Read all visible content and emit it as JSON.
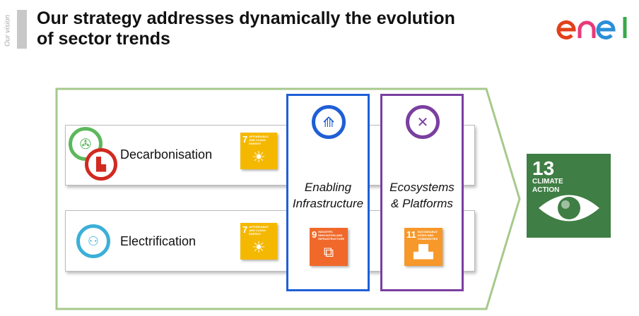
{
  "header": {
    "section_label": "Our vision",
    "title": "Our strategy addresses dynamically the evolution of sector trends",
    "logo_text": "enel"
  },
  "rows": [
    {
      "label": "Decarbonisation"
    },
    {
      "label": "Electrification"
    }
  ],
  "columns": [
    {
      "label_line1": "Enabling",
      "label_line2": "Infrastructure",
      "color": "#1f5fd6"
    },
    {
      "label_line1": "Ecosystems",
      "label_line2": "& Platforms",
      "color": "#7a3fa0"
    }
  ],
  "sdgs": {
    "sdg7": {
      "number": "7",
      "text": "Affordable and clean energy",
      "color": "#f5b800"
    },
    "sdg9": {
      "number": "9",
      "text": "Industry, innovation and infrastructure",
      "color": "#f0692a"
    },
    "sdg11": {
      "number": "11",
      "text": "Sustainable cities and communities",
      "color": "#f7982a"
    },
    "sdg13": {
      "number": "13",
      "text": "Climate action",
      "color": "#3f7e44"
    }
  }
}
